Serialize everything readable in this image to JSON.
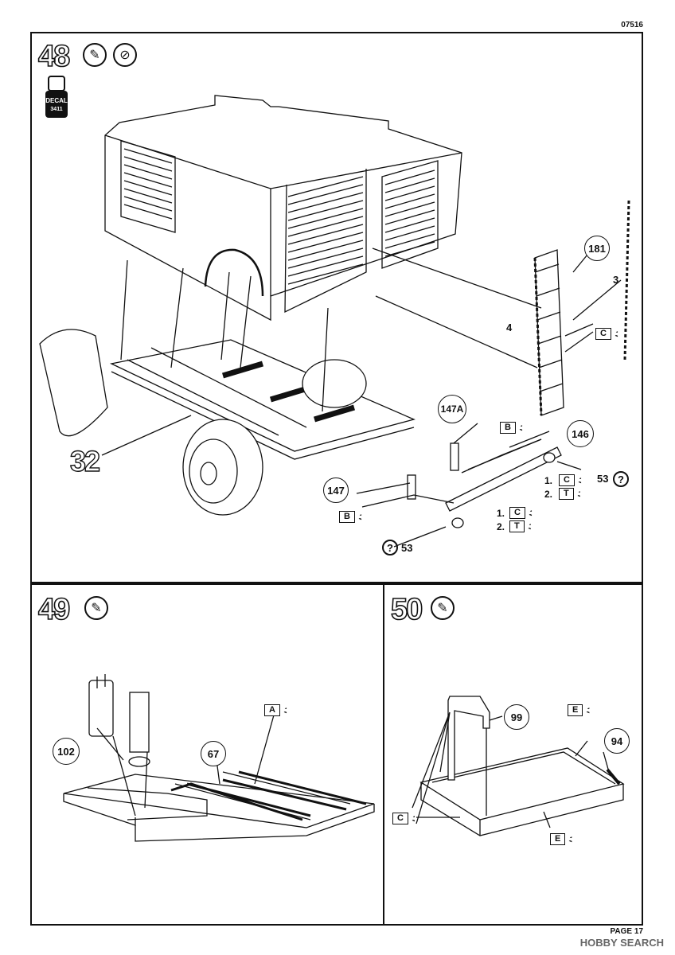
{
  "header": {
    "code": "07516"
  },
  "step48": {
    "number": "48",
    "decal_label": "DECAL",
    "decal_code": "3411",
    "callouts": [
      "181",
      "3",
      "4",
      "147A",
      "146",
      "147",
      "53",
      "53"
    ],
    "big_label": "32",
    "flags": {
      "c_ladder": "C",
      "b_top": "B",
      "b_bottom": "B"
    },
    "seq_right": {
      "one": "1.",
      "one_code": "C",
      "two": "2.",
      "two_code": "T"
    },
    "seq_bottom": {
      "one": "1.",
      "one_code": "C",
      "two": "2.",
      "two_code": "T"
    },
    "q": "?"
  },
  "step49": {
    "number": "49",
    "callouts": [
      "102",
      "67"
    ],
    "flag_a": "A"
  },
  "step50": {
    "number": "50",
    "callouts": [
      "99",
      "94"
    ],
    "flag_e_top": "E",
    "flag_e_bottom": "E",
    "flag_c": "C"
  },
  "footer": {
    "page": "PAGE 17",
    "watermark": "HOBBY SEARCH"
  }
}
